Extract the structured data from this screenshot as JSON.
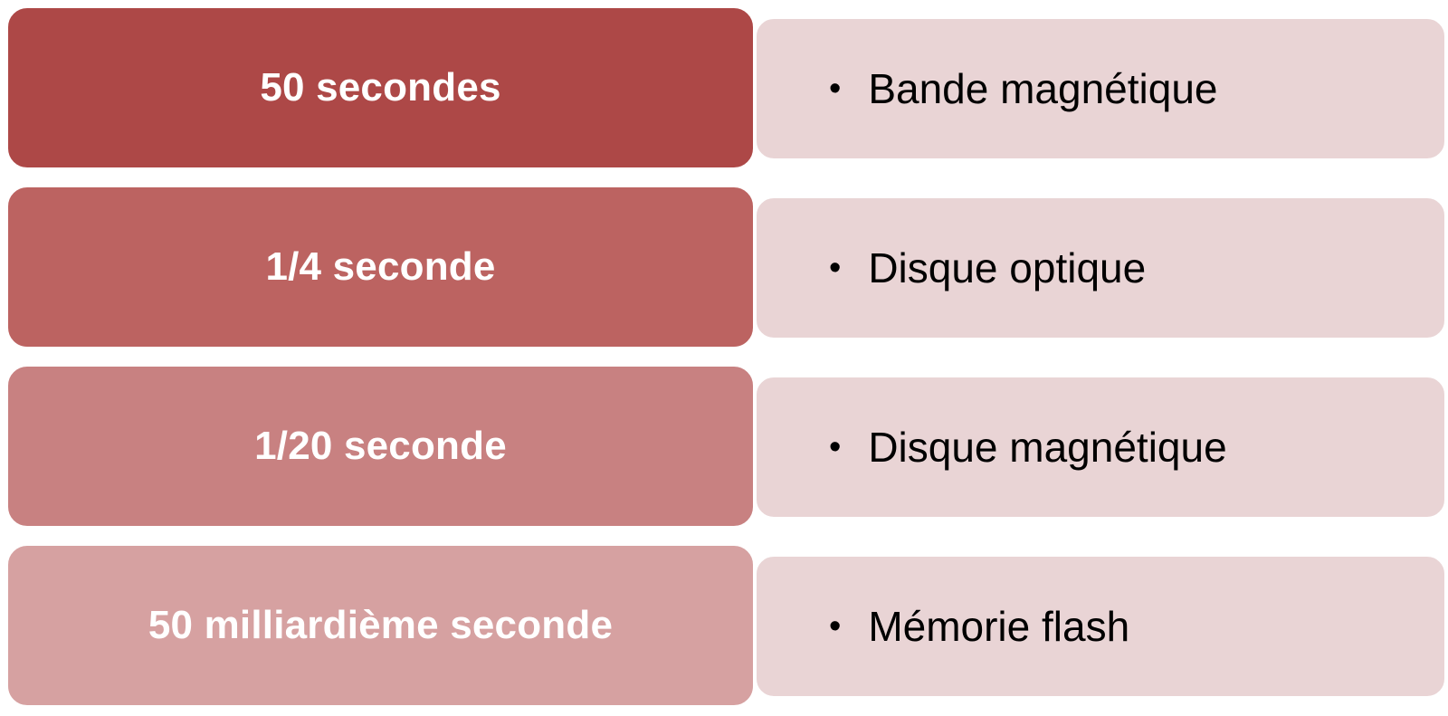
{
  "rows": [
    {
      "label": "50 secondes",
      "detail": "Bande magnétique",
      "color": "#ad4847"
    },
    {
      "label": "1/4 seconde",
      "detail": "Disque optique",
      "color": "#bc6361"
    },
    {
      "label": "1/20 seconde",
      "detail": "Disque magnétique",
      "color": "#c88181"
    },
    {
      "label": "50 milliardième seconde",
      "detail": "Mémorie flash",
      "color": "#d6a1a1"
    }
  ],
  "bullet_glyph": "•"
}
